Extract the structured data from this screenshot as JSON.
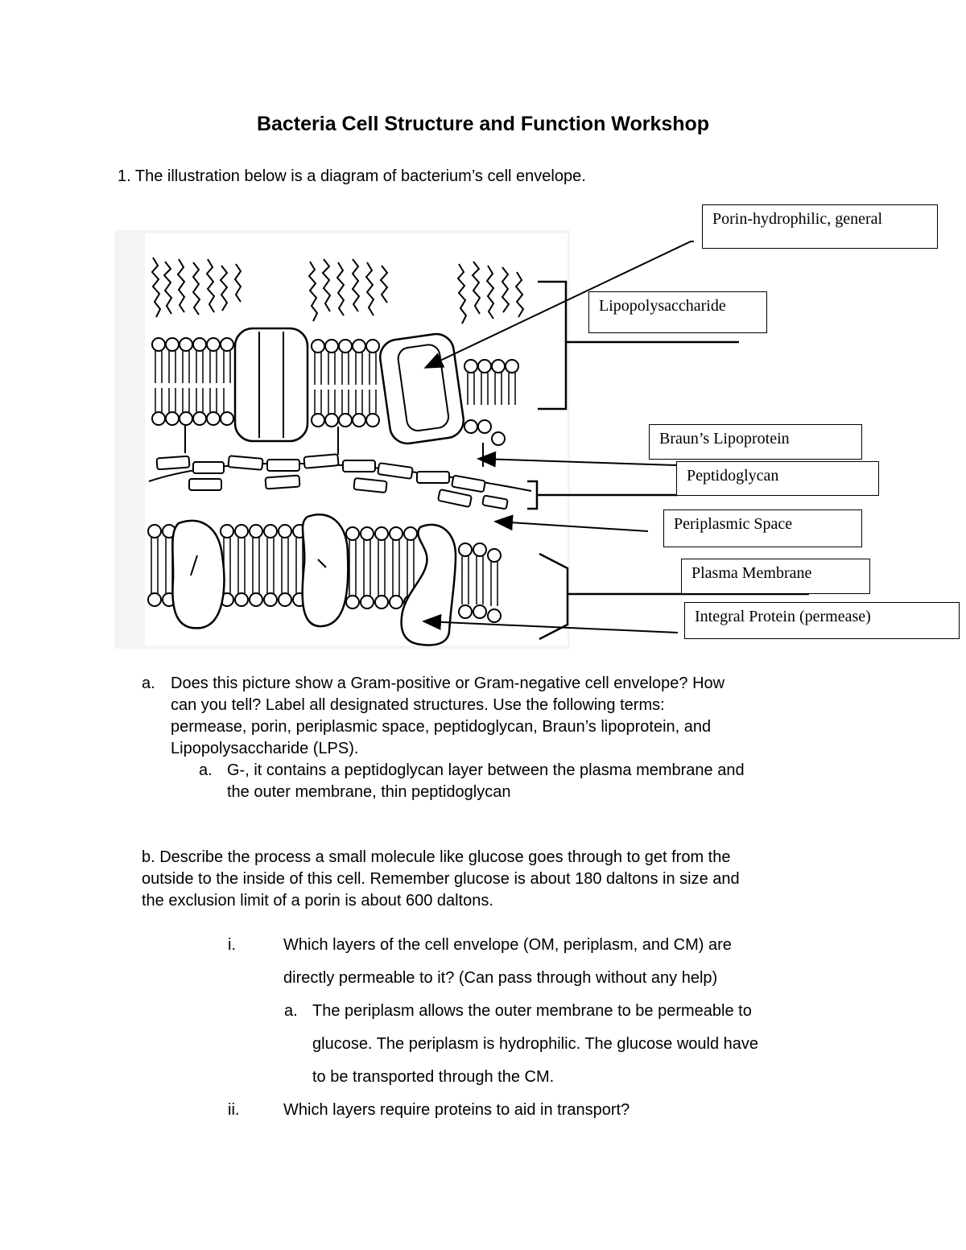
{
  "title": "Bacteria Cell Structure and Function Workshop",
  "q1": {
    "intro": "1. The illustration below is a diagram of bacterium’s cell envelope."
  },
  "diagram": {
    "labels": {
      "porin": "Porin-hydrophilic, general",
      "lps": "Lipopolysaccharide",
      "brauns": "Braun’s Lipoprotein",
      "peptidoglycan": "Peptidoglycan",
      "periplasmic": "Periplasmic Space",
      "plasma": "Plasma Membrane",
      "integral": "Integral Protein (permease)"
    }
  },
  "qa": {
    "marker": "a.",
    "lines": [
      "Does this picture show a Gram-positive or Gram-negative cell envelope? How",
      "can you tell?  Label all designated structures. Use the following terms:",
      "permease, porin, periplasmic space, peptidoglycan, Braun’s lipoprotein, and",
      "Lipopolysaccharide (LPS)."
    ],
    "answer_marker": "a.",
    "answer_lines": [
      "G-, it contains a peptidoglycan layer between the plasma membrane and",
      "the outer membrane, thin peptidoglycan"
    ]
  },
  "qb": {
    "lines": [
      "b. Describe the process a small molecule like glucose goes through to get from the",
      "outside to the inside of this cell. Remember glucose is about 180 daltons in size and",
      "the exclusion limit of a porin is about 600 daltons."
    ],
    "i_marker": "i.",
    "i_lines": [
      "Which layers of the cell envelope (OM, periplasm, and CM) are",
      "directly permeable to it? (Can pass through without any help)"
    ],
    "i_answer_marker": "a.",
    "i_answer_lines": [
      "The periplasm allows the outer membrane to be permeable to",
      "glucose. The periplasm is hydrophilic. The glucose would have",
      "to be transported through the CM."
    ],
    "ii_marker": "ii.",
    "ii_text": "Which layers require proteins to aid in transport?"
  }
}
